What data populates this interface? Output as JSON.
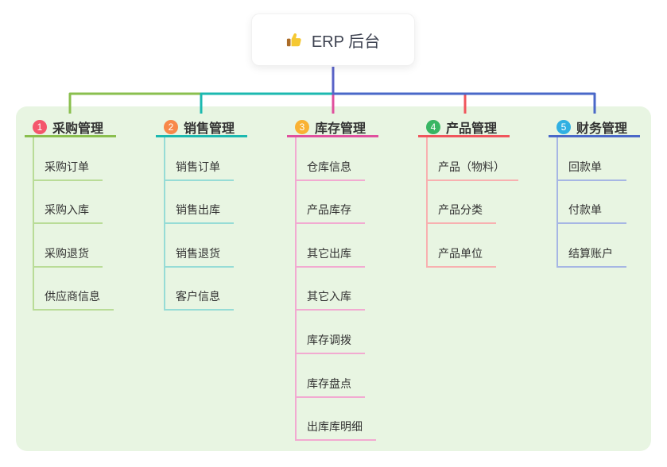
{
  "root": {
    "label": "ERP 后台",
    "icon": "thumbs-up-icon"
  },
  "colors": {
    "root_line": "#5a63c8",
    "panel_bg": "#e8f5e2",
    "card_bg": "#ffffff",
    "root_text": "#3d4250",
    "node_text": "#333333"
  },
  "branches": [
    {
      "number": "1",
      "title": "采购管理",
      "badge_color": "#f4566c",
      "line_color": "#8abf4e",
      "child_line_color": "#b9dc97",
      "children": [
        "采购订单",
        "采购入库",
        "采购退货",
        "供应商信息"
      ]
    },
    {
      "number": "2",
      "title": "销售管理",
      "badge_color": "#f8884a",
      "line_color": "#1cb9b0",
      "child_line_color": "#96dcd6",
      "children": [
        "销售订单",
        "销售出库",
        "销售退货",
        "客户信息"
      ]
    },
    {
      "number": "3",
      "title": "库存管理",
      "badge_color": "#f9b234",
      "line_color": "#e0509e",
      "child_line_color": "#f2aad1",
      "children": [
        "仓库信息",
        "产品库存",
        "其它出库",
        "其它入库",
        "库存调拨",
        "库存盘点",
        "出库库明细"
      ]
    },
    {
      "number": "4",
      "title": "产品管理",
      "badge_color": "#38b663",
      "line_color": "#f0555c",
      "child_line_color": "#f8b0b0",
      "children": [
        "产品（物料）",
        "产品分类",
        "产品单位"
      ]
    },
    {
      "number": "5",
      "title": "财务管理",
      "badge_color": "#30b0e2",
      "line_color": "#4a68c8",
      "child_line_color": "#a6b6e4",
      "children": [
        "回款单",
        "付款单",
        "结算账户"
      ]
    }
  ]
}
